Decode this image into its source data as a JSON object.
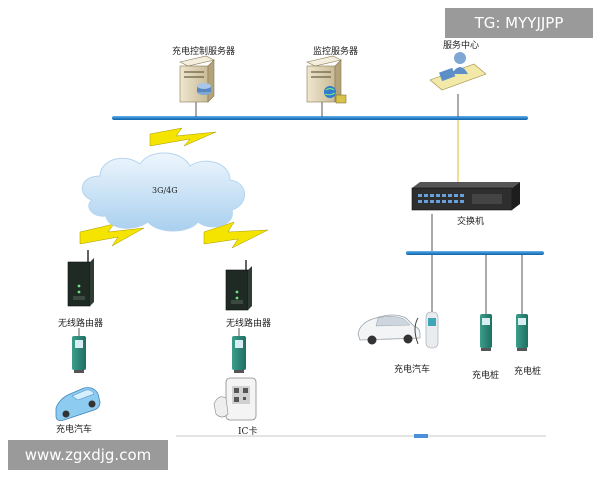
{
  "watermark_top": "TG: MYYJJPP",
  "watermark_bottom": "www.zgxdjg.com",
  "servers": {
    "control_server": "充电控制服务器",
    "monitor_server": "监控服务器",
    "service_center": "服务中心"
  },
  "network": {
    "cloud": "3G/4G",
    "switch": "交换机"
  },
  "left_branch": {
    "router": "无线路由器",
    "vehicle": "充电汽车"
  },
  "middle_branch": {
    "router": "无线路由器",
    "ic_card": "IC卡"
  },
  "right_branch": {
    "vehicle": "充电汽车",
    "pile_1": "充电桩",
    "pile_2": "充电桩"
  }
}
